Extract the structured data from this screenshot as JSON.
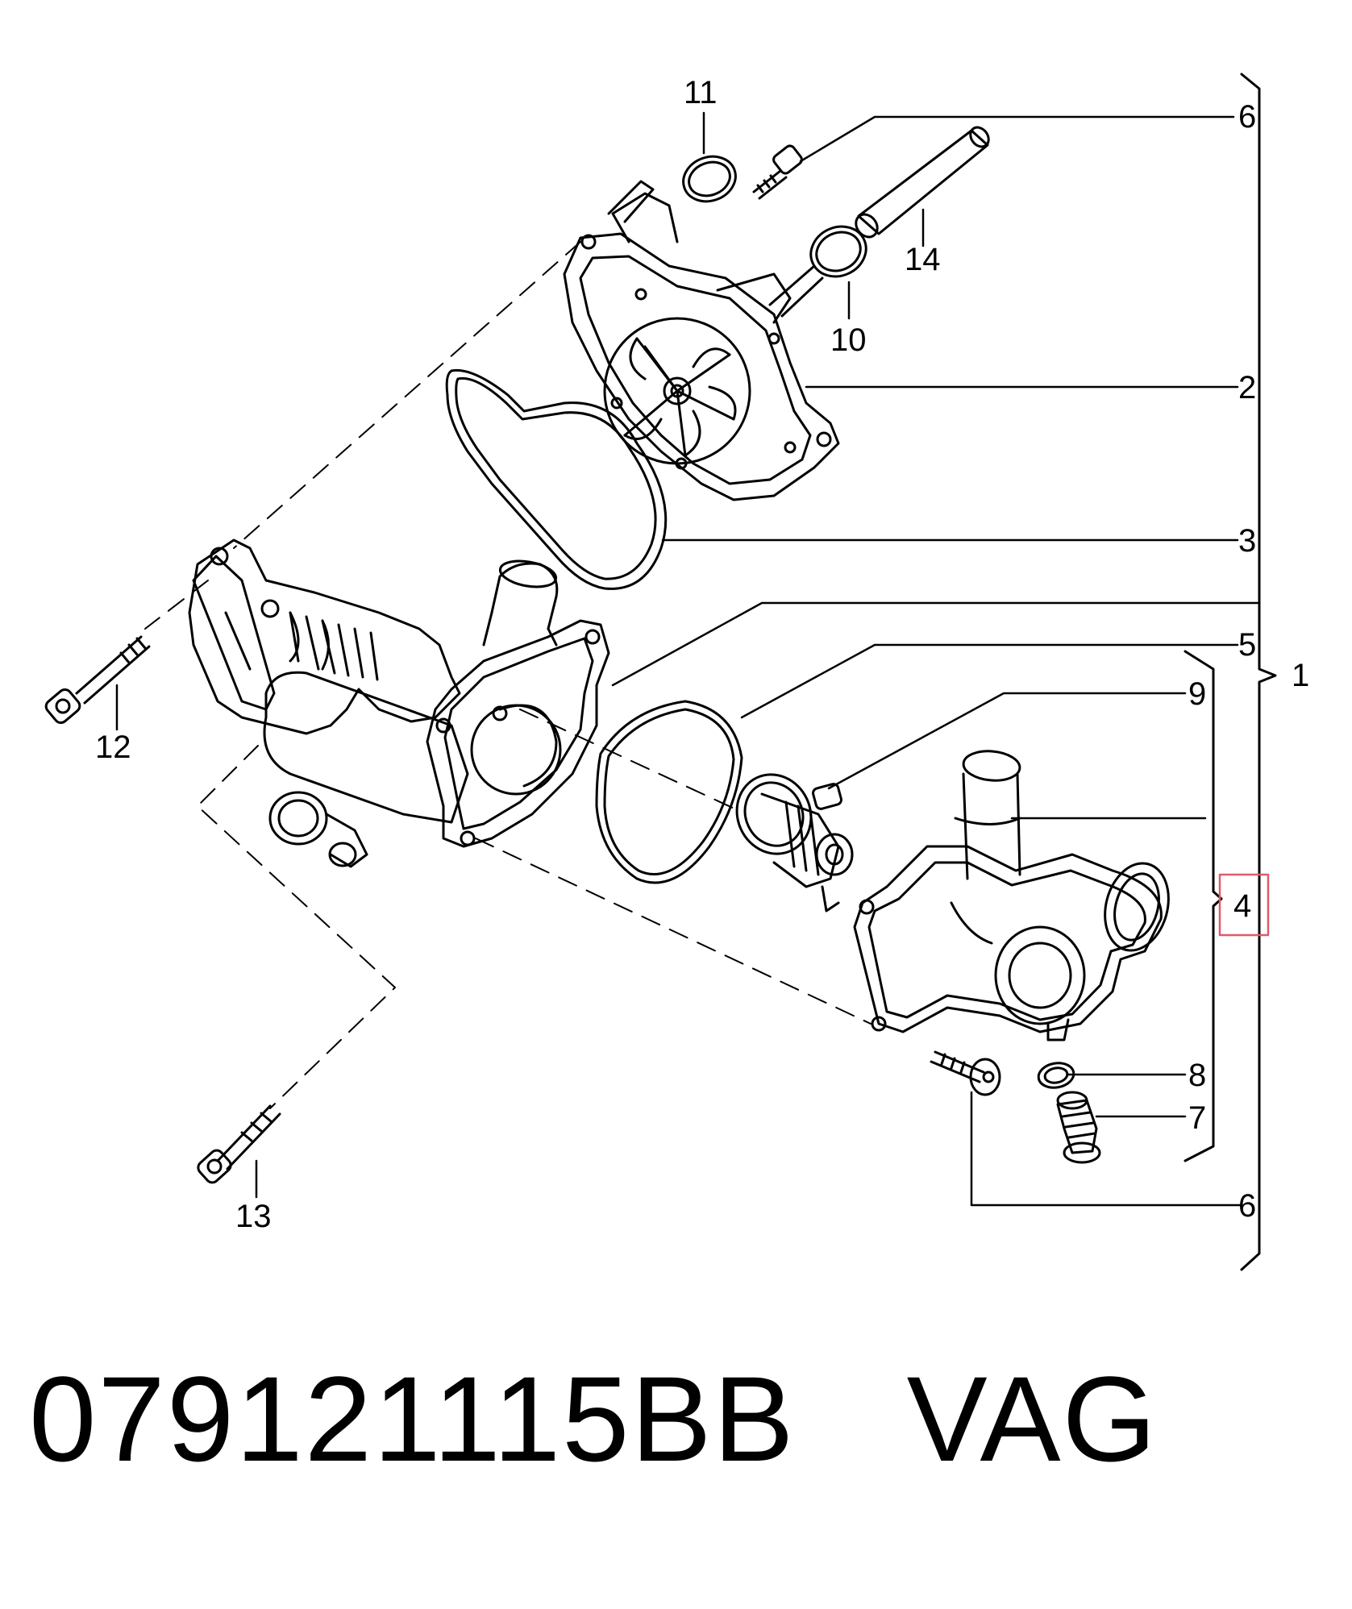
{
  "diagram": {
    "callouts": {
      "c1": "1",
      "c2": "2",
      "c3": "3",
      "c4": "4",
      "c5": "5",
      "c6a": "6",
      "c6b": "6",
      "c7": "7",
      "c8": "8",
      "c9": "9",
      "c10": "10",
      "c11": "11",
      "c12": "12",
      "c13": "13",
      "c14": "14"
    },
    "highlight_color": "#e05a6a"
  },
  "caption": {
    "part_number": "079121115BB",
    "brand": "VAG"
  }
}
